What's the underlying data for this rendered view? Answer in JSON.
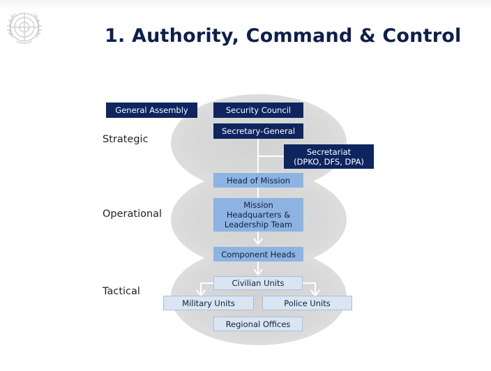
{
  "slide": {
    "title": "1. Authority, Command & Control"
  },
  "levels": {
    "strategic": "Strategic",
    "operational": "Operational",
    "tactical": "Tactical"
  },
  "boxes": {
    "general_assembly": "General Assembly",
    "security_council": "Security Council",
    "secretary_general": "Secretary-General",
    "secretariat_line1": "Secretariat",
    "secretariat_line2": "(DPKO, DFS, DPA)",
    "head_of_mission": "Head of Mission",
    "mission_hq_line1": "Mission",
    "mission_hq_line2": "Headquarters &",
    "mission_hq_line3": "Leadership Team",
    "component_heads": "Component Heads",
    "civilian_units": "Civilian Units",
    "military_units": "Military Units",
    "police_units": "Police Units",
    "regional_offices": "Regional Offices"
  },
  "colors": {
    "title": "#0e1f4d",
    "dark_box": "#0e255e",
    "mid_box": "#8db3e2",
    "light_box": "#dbe5f1",
    "ellipse_gray": "#d9d9d9"
  },
  "icons": {
    "logo": "un-emblem-icon"
  }
}
